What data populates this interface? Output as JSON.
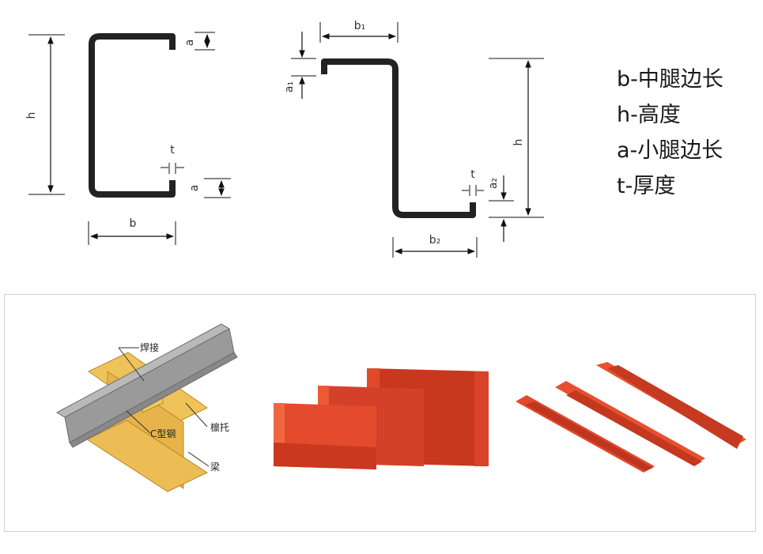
{
  "c_section": {
    "dim_h": "h",
    "dim_b": "b",
    "dim_a_top": "a",
    "dim_a_bottom": "a",
    "dim_t": "t"
  },
  "z_section": {
    "dim_b1": "b₁",
    "dim_b2": "b₂",
    "dim_a1": "a₁",
    "dim_a2": "a₂",
    "dim_h": "h",
    "dim_t": "t"
  },
  "legend": {
    "items": [
      "b-中腿边长",
      "h-高度",
      "a-小腿边长",
      "t-厚度"
    ]
  },
  "assembly": {
    "label_weld": "焊接",
    "label_c_steel": "C型钢",
    "label_purlin_support": "檩托",
    "label_beam": "梁"
  },
  "colors": {
    "profile_stroke": "#222222",
    "yellow_beam": "#e8b84a",
    "grey_purlin": "#9a9a9a",
    "red_steel": "#e0452a"
  }
}
